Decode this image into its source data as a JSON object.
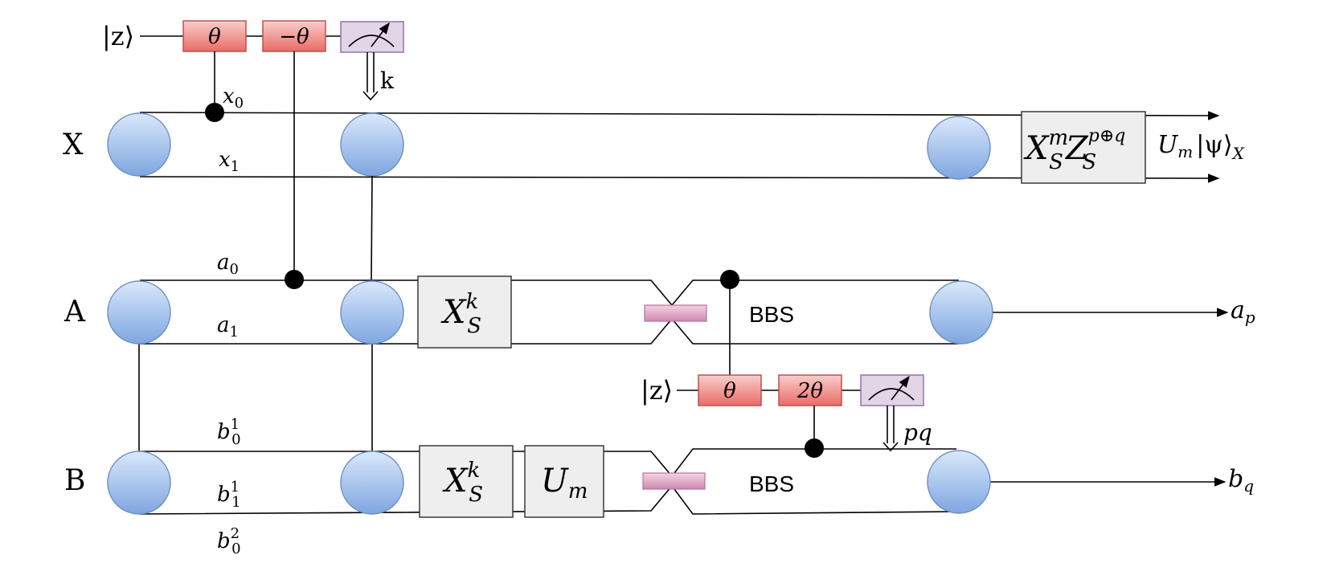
{
  "rows": {
    "X": "X",
    "A": "A",
    "B": "B"
  },
  "ket_top": "|z⟩",
  "ket_mid": "|z⟩",
  "gates": {
    "theta_top": "θ",
    "neg_theta": "−θ",
    "theta_mid": "θ",
    "two_theta": "2θ"
  },
  "measure_top_out": "k",
  "measure_mid_out": "pq",
  "wire_labels": {
    "x0": {
      "base": "x",
      "sub": "0"
    },
    "x1": {
      "base": "x",
      "sub": "1"
    },
    "a0": {
      "base": "a",
      "sub": "0"
    },
    "a1": {
      "base": "a",
      "sub": "1"
    },
    "b10": {
      "base": "b",
      "sub": "0",
      "sup": "1"
    },
    "b11": {
      "base": "b",
      "sub": "1",
      "sup": "1"
    },
    "b20": {
      "base": "b",
      "sub": "0",
      "sup": "2"
    }
  },
  "boxes": {
    "xsk_a": {
      "base": "X",
      "sub": "S",
      "sup": "k"
    },
    "xsk_b": {
      "base": "X",
      "sub": "S",
      "sup": "k"
    },
    "um": {
      "base": "U",
      "sub": "m"
    },
    "correction": {
      "x": "X",
      "x_sub": "S",
      "x_sup": "m",
      "z": "Z",
      "z_sub": "S",
      "z_sup": "p⊕q"
    }
  },
  "bbs": {
    "a": "BBS",
    "b": "BBS"
  },
  "outputs": {
    "x": {
      "u": "U",
      "u_sub": "m",
      "psi": "|ψ⟩",
      "psi_sub": "X"
    },
    "a": {
      "base": "a",
      "sub": "p"
    },
    "b": {
      "base": "b",
      "sub": "q"
    }
  },
  "colors": {
    "node_fill_top": "#dae8fc",
    "node_fill_bottom": "#7ea6e0",
    "node_stroke": "#6c8ebf",
    "gate_red_top": "#f8cecc",
    "gate_red_bottom": "#ea6b66",
    "gate_red_stroke": "#b85450",
    "measure_fill": "#e1d5e7",
    "measure_stroke": "#9673a6",
    "box_fill": "#eeeeee",
    "bs_fill": "#e6b0cc",
    "bs_stroke": "#b5739d"
  }
}
